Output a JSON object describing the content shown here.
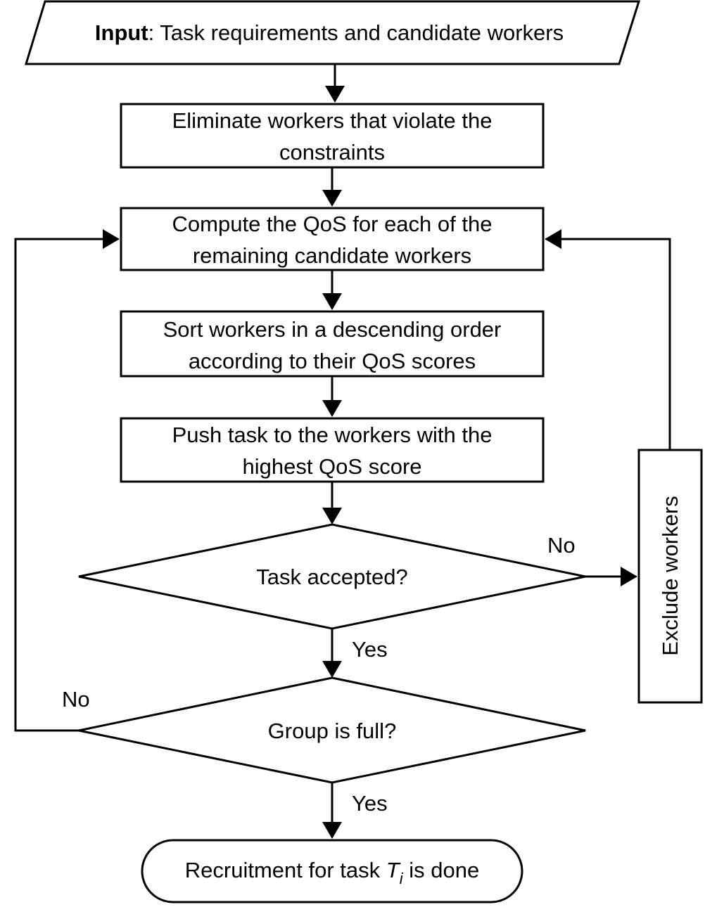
{
  "input": {
    "bold": "Input",
    "rest": ": Task requirements and candidate workers"
  },
  "eliminate": {
    "line1": "Eliminate workers that violate the",
    "line2": "constraints"
  },
  "compute": {
    "line1": "Compute the QoS for each of the",
    "line2": "remaining candidate workers"
  },
  "sort": {
    "line1": "Sort workers in a descending order",
    "line2": "according to their QoS scores"
  },
  "push": {
    "line1": "Push task to the workers with the",
    "line2": "highest QoS score"
  },
  "decision_accepted": "Task accepted?",
  "decision_full": "Group is full?",
  "exclude": "Exclude workers",
  "labels": {
    "accepted_no": "No",
    "accepted_yes": "Yes",
    "full_no": "No",
    "full_yes": "Yes"
  },
  "end": {
    "prefix": "Recruitment for task ",
    "var": "T",
    "sub": "i",
    "suffix": " is done"
  }
}
